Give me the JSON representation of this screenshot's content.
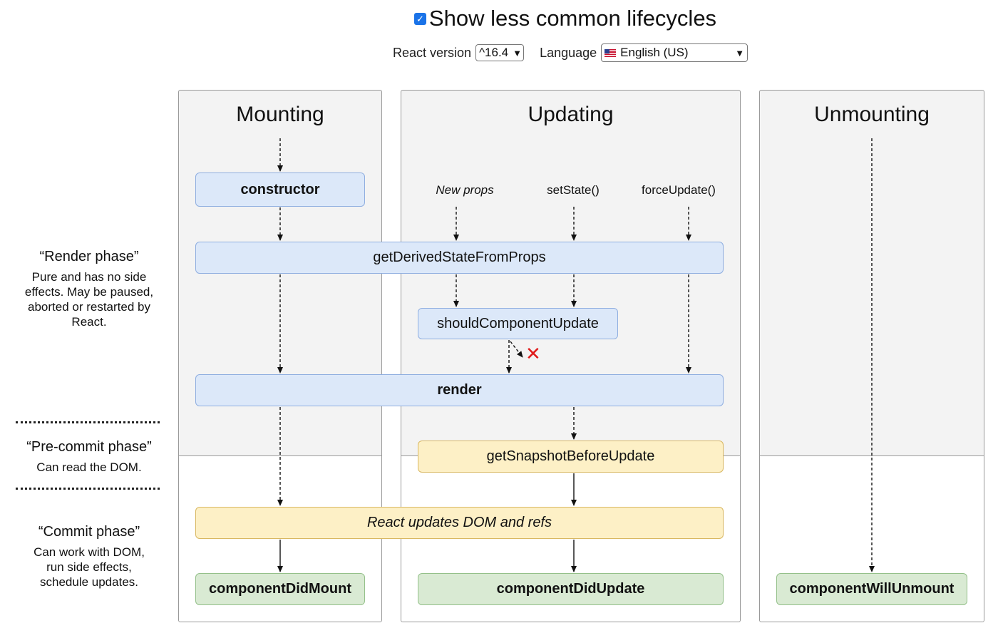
{
  "header": {
    "toggle_label": "Show less common lifecycles",
    "toggle_checked": true,
    "version_label": "React version",
    "version_value": "^16.4",
    "language_label": "Language",
    "language_value": "English (US)"
  },
  "columns": {
    "mounting": "Mounting",
    "updating": "Updating",
    "unmounting": "Unmounting"
  },
  "triggers": {
    "new_props": "New props",
    "set_state": "setState()",
    "force_update": "forceUpdate()"
  },
  "nodes": {
    "constructor": "constructor",
    "get_derived_state": "getDerivedStateFromProps",
    "should_update": "shouldComponentUpdate",
    "render": "render",
    "get_snapshot": "getSnapshotBeforeUpdate",
    "dom_updates": "React updates DOM and refs",
    "did_mount": "componentDidMount",
    "did_update": "componentDidUpdate",
    "will_unmount": "componentWillUnmount"
  },
  "phases": {
    "render_title": "“Render phase”",
    "render_desc": "Pure and has no side effects. May be paused, aborted or restarted by React.",
    "precommit_title": "“Pre-commit phase”",
    "precommit_desc": "Can read the DOM.",
    "commit_title": "“Commit phase”",
    "commit_desc": "Can work with DOM, run side effects, schedule updates."
  },
  "colors": {
    "render_node": "#dce8f9",
    "commit_node": "#fdf0c6",
    "lifecycle_done_node": "#d9ead3",
    "cancel_mark": "#e01b1b",
    "checkbox": "#1a73e8"
  },
  "icons": {
    "checkbox": "checkmark-icon",
    "select_chevron": "chevron-down-icon",
    "flag": "us-flag-icon",
    "cancel": "cross-icon"
  }
}
